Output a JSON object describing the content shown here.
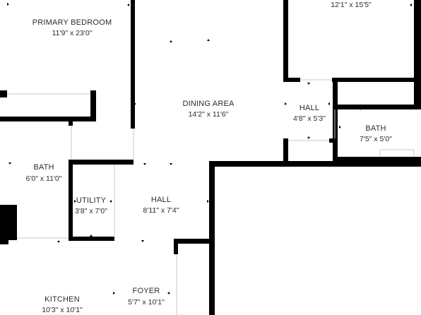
{
  "rooms": [
    {
      "id": "primary-bedroom",
      "name": "PRIMARY BEDROOM",
      "dims": "11'9\" x 23'0\""
    },
    {
      "id": "bedroom-top-right",
      "name": "",
      "dims": "12'1\" x 15'5\""
    },
    {
      "id": "dining-area",
      "name": "DINING AREA",
      "dims": "14'2\" x 11'6\""
    },
    {
      "id": "hall-right",
      "name": "HALL",
      "dims": "4'8\" x 5'3\""
    },
    {
      "id": "bath-right",
      "name": "BATH",
      "dims": "7'5\" x 5'0\""
    },
    {
      "id": "bath-left",
      "name": "BATH",
      "dims": "6'0\" x 11'0\""
    },
    {
      "id": "utility",
      "name": "UTILITY",
      "dims": "3'8\" x 7'0\""
    },
    {
      "id": "hall-center",
      "name": "HALL",
      "dims": "8'11\" x 7'4\""
    },
    {
      "id": "kitchen",
      "name": "KITCHEN",
      "dims": "10'3\" x 10'1\""
    },
    {
      "id": "foyer",
      "name": "FOYER",
      "dims": "5'7\" x 10'1\""
    }
  ],
  "colors": {
    "wall": "#000000",
    "text": "#2b2b2b",
    "background": "#ffffff"
  }
}
